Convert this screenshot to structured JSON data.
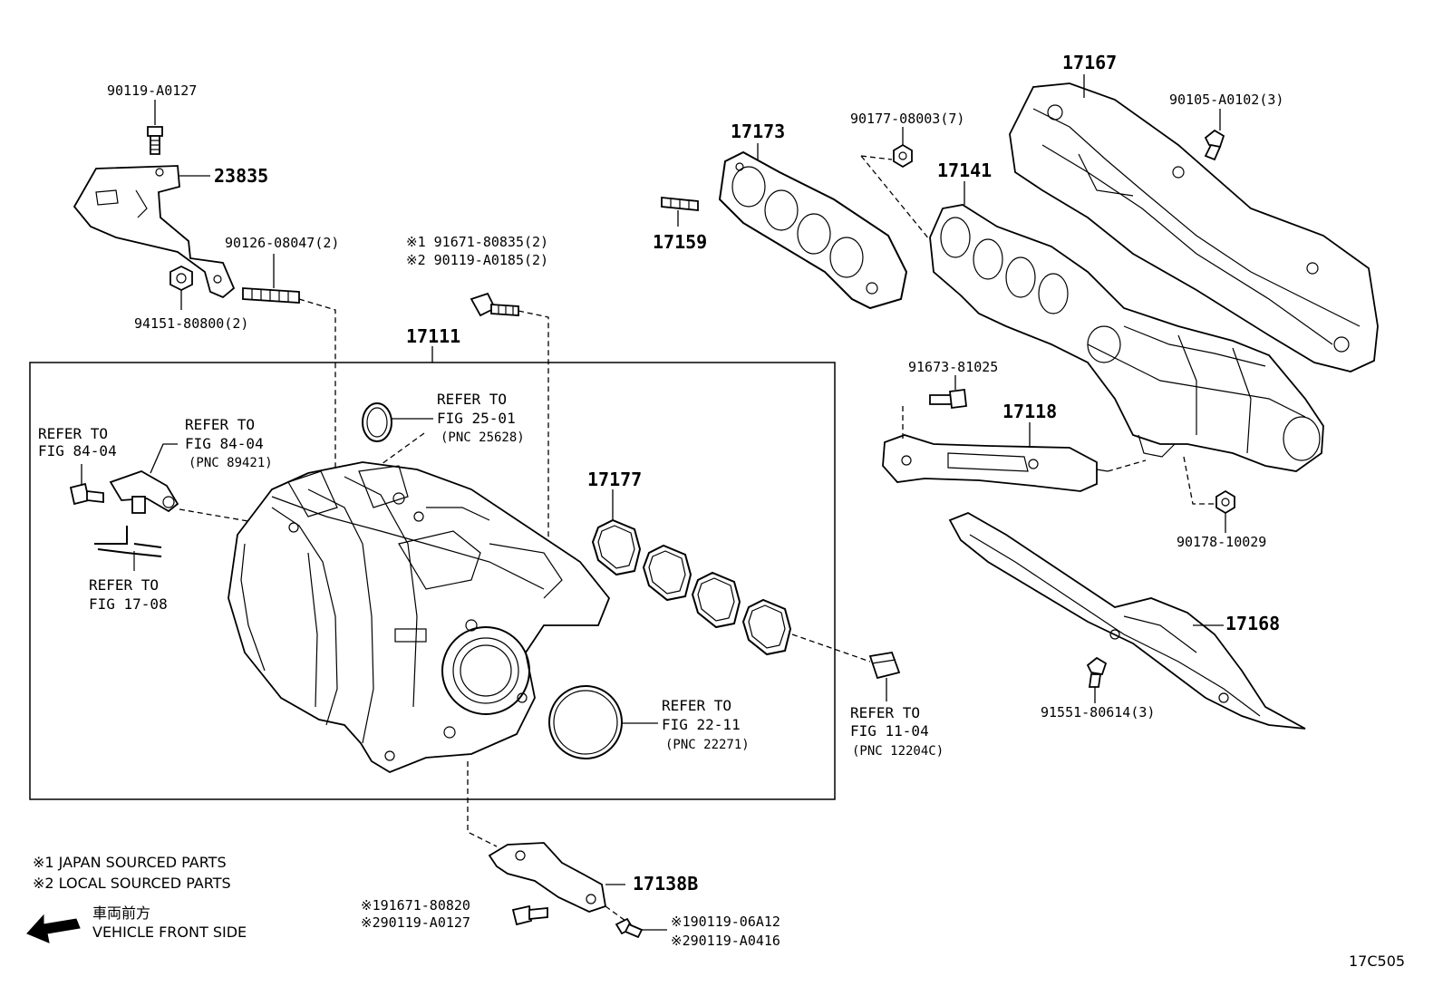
{
  "labels": {
    "p90119a0127_top": "90119-A0127",
    "p23835": "23835",
    "p90126": "90126-08047(2)",
    "p94151": "94151-80800(2)",
    "p91671_1": "※1 91671-80835(2)",
    "p90119_2": "※2 90119-A0185(2)",
    "p17111": "17111",
    "p17159": "17159",
    "p17173": "17173",
    "p90177": "90177-08003(7)",
    "p17141": "17141",
    "p17167": "17167",
    "p90105": "90105-A0102(3)",
    "p91673": "91673-81025",
    "p17118": "17118",
    "p90178": "90178-10029",
    "p17168": "17168",
    "p91551": "91551-80614(3)",
    "p17177": "17177",
    "p17138b": "17138B",
    "p91671_80820": "※191671-80820",
    "p90119_a0127b": "※290119-A0127",
    "p90119_06a12": "※190119-06A12",
    "p90119_a0416": "※290119-A0416"
  },
  "refs": {
    "r1_line1": "REFER TO",
    "r1_line2": "FIG 25-01",
    "r1_pnc": "(PNC 25628)",
    "r2_line1": "REFER TO",
    "r2_line2": "FIG 84-04",
    "r2_pnc": "(PNC 89421)",
    "r3_line1": "REFER TO",
    "r3_line2": "FIG 84-04",
    "r4_line1": "REFER TO",
    "r4_line2": "FIG 17-08",
    "r5_line1": "REFER TO",
    "r5_line2": "FIG 22-11",
    "r5_pnc": "(PNC 22271)",
    "r6_line1": "REFER TO",
    "r6_line2": "FIG 11-04",
    "r6_pnc": "(PNC 12204C)"
  },
  "legend": {
    "note1": "※1 JAPAN SOURCED PARTS",
    "note2": "※2 LOCAL SOURCED PARTS",
    "front_jp": "車両前方",
    "front_en": "VEHICLE FRONT SIDE"
  },
  "figure_code": "17C505"
}
